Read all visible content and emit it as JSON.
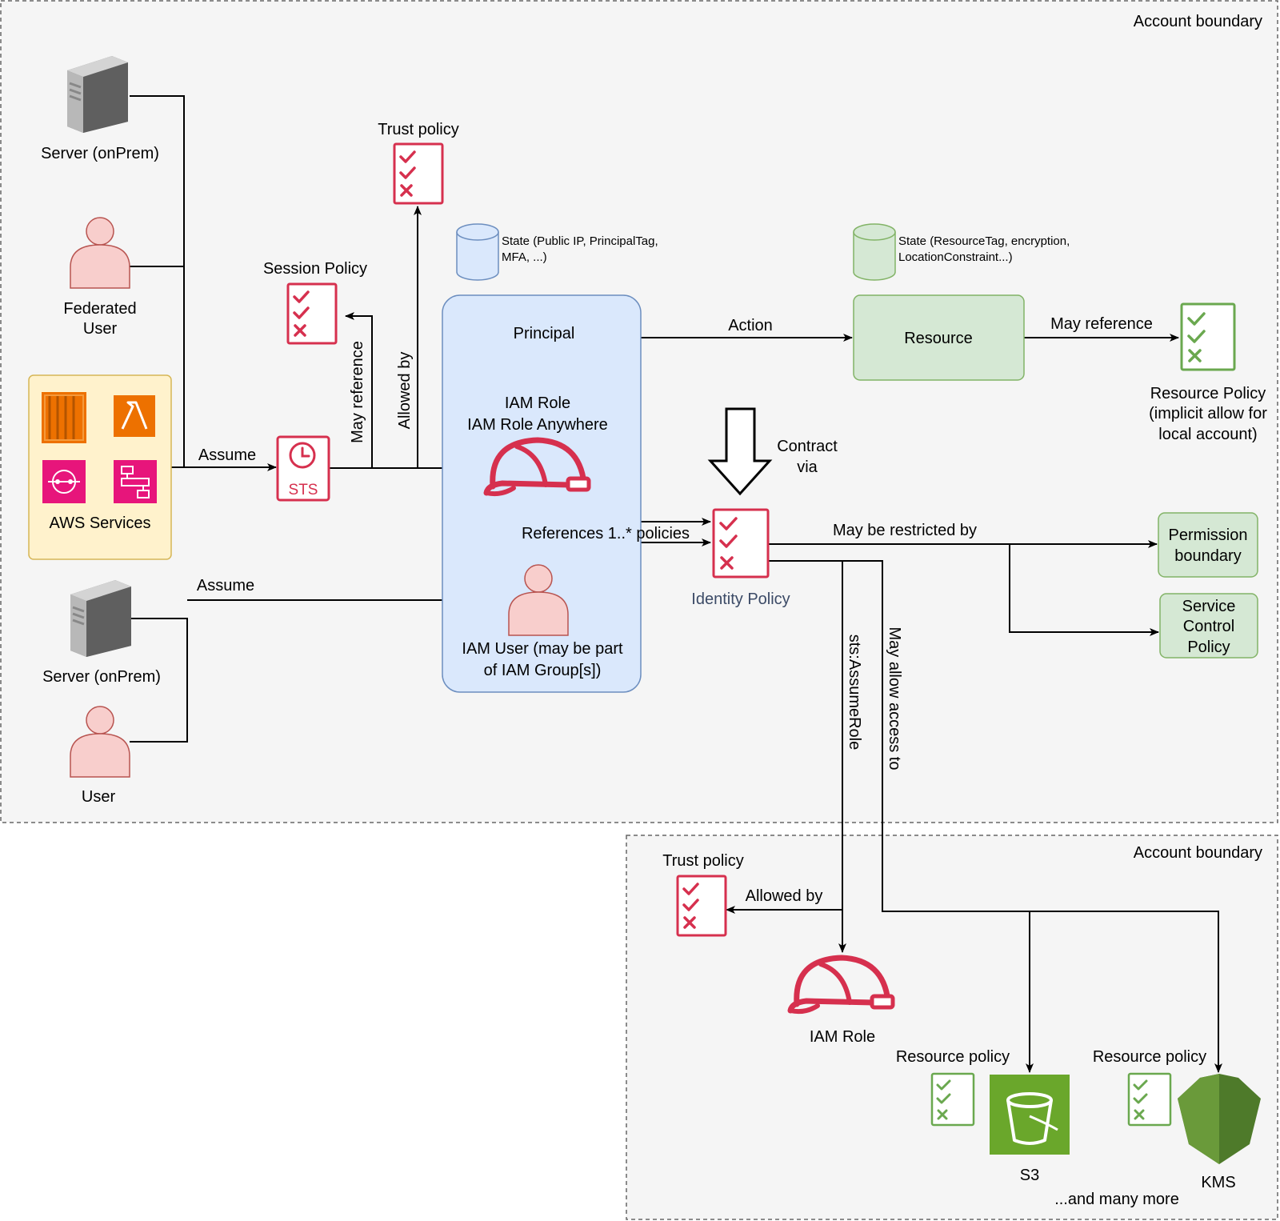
{
  "boundaries": {
    "top_label": "Account boundary",
    "bottom_label": "Account boundary"
  },
  "sources": {
    "server_top": "Server (onPrem)",
    "federated_user_line1": "Federated",
    "federated_user_line2": "User",
    "aws_services": "AWS Services",
    "server_bottom": "Server (onPrem)",
    "user": "User"
  },
  "policies": {
    "trust_policy_top": "Trust policy",
    "session_policy": "Session Policy",
    "identity_policy": "Identity Policy",
    "resource_policy_line1": "Resource Policy",
    "resource_policy_line2": "(implicit allow for",
    "resource_policy_line3": "local account)",
    "trust_policy_bottom": "Trust policy",
    "resource_policy_s3": "Resource policy",
    "resource_policy_kms": "Resource policy"
  },
  "sts": {
    "label": "STS"
  },
  "state": {
    "principal_line1": "State (Public IP, PrincipalTag,",
    "principal_line2": "MFA, ...)",
    "resource_line1": "State (ResourceTag, encryption,",
    "resource_line2": "LocationConstraint...)"
  },
  "principal": {
    "title": "Principal",
    "role_line1": "IAM Role",
    "role_line2": "IAM Role Anywhere",
    "user_line1": "IAM User (may be part",
    "user_line2": "of IAM Group[s])"
  },
  "resource": {
    "label": "Resource"
  },
  "guards": {
    "permission_boundary_line1": "Permission",
    "permission_boundary_line2": "boundary",
    "scp_line1": "Service",
    "scp_line2": "Control",
    "scp_line3": "Policy"
  },
  "edges": {
    "assume_top": "Assume",
    "assume_bottom": "Assume",
    "may_reference_session": "May reference",
    "allowed_by_top": "Allowed by",
    "action": "Action",
    "may_reference_resource": "May reference",
    "contract_via_line1": "Contract",
    "contract_via_line2": "via",
    "references_policies": "References 1..* policies",
    "may_be_restricted_by": "May be restricted by",
    "sts_assumerole": "sts:AssumeRole",
    "may_allow_access_to": "May allow access to",
    "allowed_by_bottom": "Allowed by"
  },
  "bottom": {
    "iam_role": "IAM Role",
    "s3": "S3",
    "kms": "KMS",
    "and_many_more": "...and many more"
  },
  "colors": {
    "policy_red": "#d6304e",
    "policy_green": "#6aa84f",
    "principal_fill": "#dae8fc",
    "principal_stroke": "#6c8ebf",
    "resource_fill": "#d5e8d4",
    "resource_stroke": "#82b366",
    "aws_fill": "#fff2cc",
    "aws_stroke": "#d6b656",
    "person_fill": "#f8cecc",
    "person_stroke": "#b85450",
    "boundary_fill": "#f5f5f5"
  },
  "icons": [
    "server-icon",
    "person-icon",
    "ec2-icon",
    "lambda-icon",
    "step-functions-icon",
    "eventbridge-icon",
    "policy-document-icon",
    "sts-icon",
    "database-icon",
    "helmet-icon",
    "s3-bucket-icon",
    "kms-icon",
    "down-arrow-icon"
  ]
}
